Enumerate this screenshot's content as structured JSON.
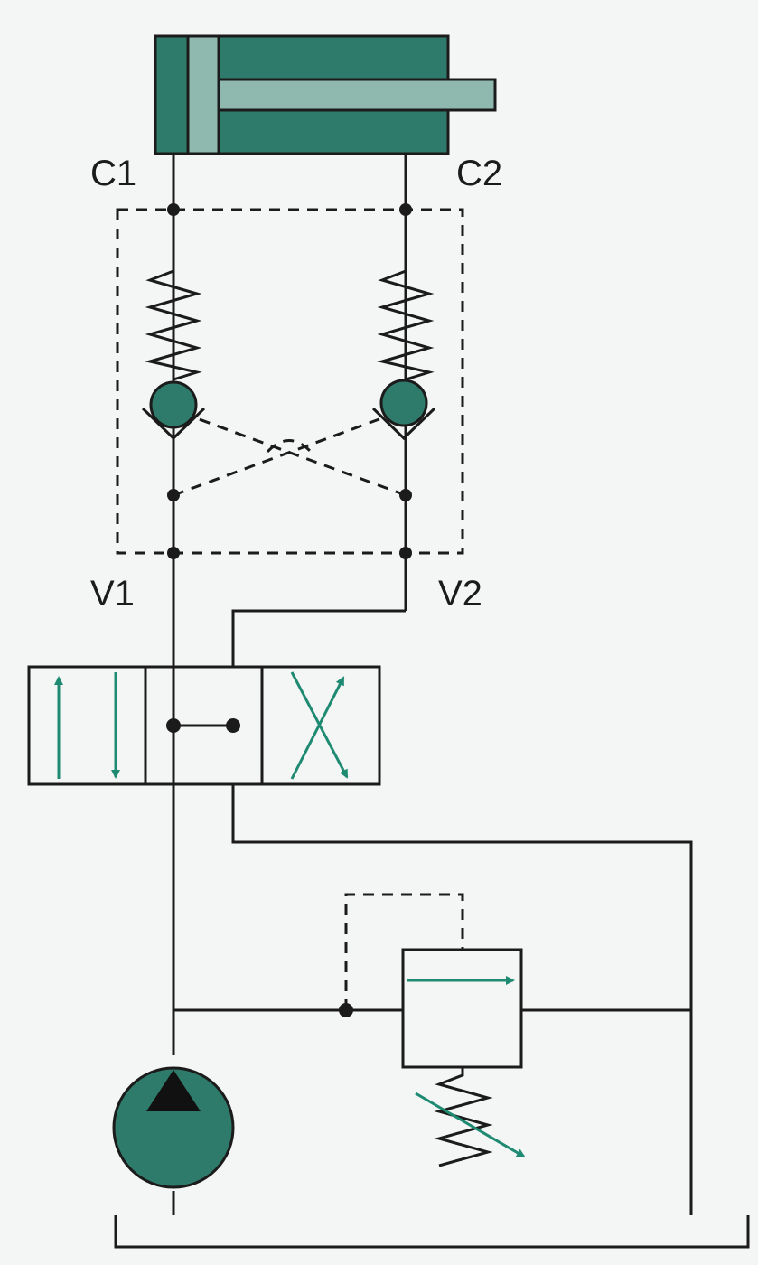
{
  "labels": {
    "c1": "C1",
    "c2": "C2",
    "v1": "V1",
    "v2": "V2"
  },
  "colors": {
    "teal": "#2f7b6b",
    "teal_light": "#8fb9af",
    "arrow": "#1f8a72",
    "line": "#1b1b1b",
    "background": "#f4f5f5"
  }
}
